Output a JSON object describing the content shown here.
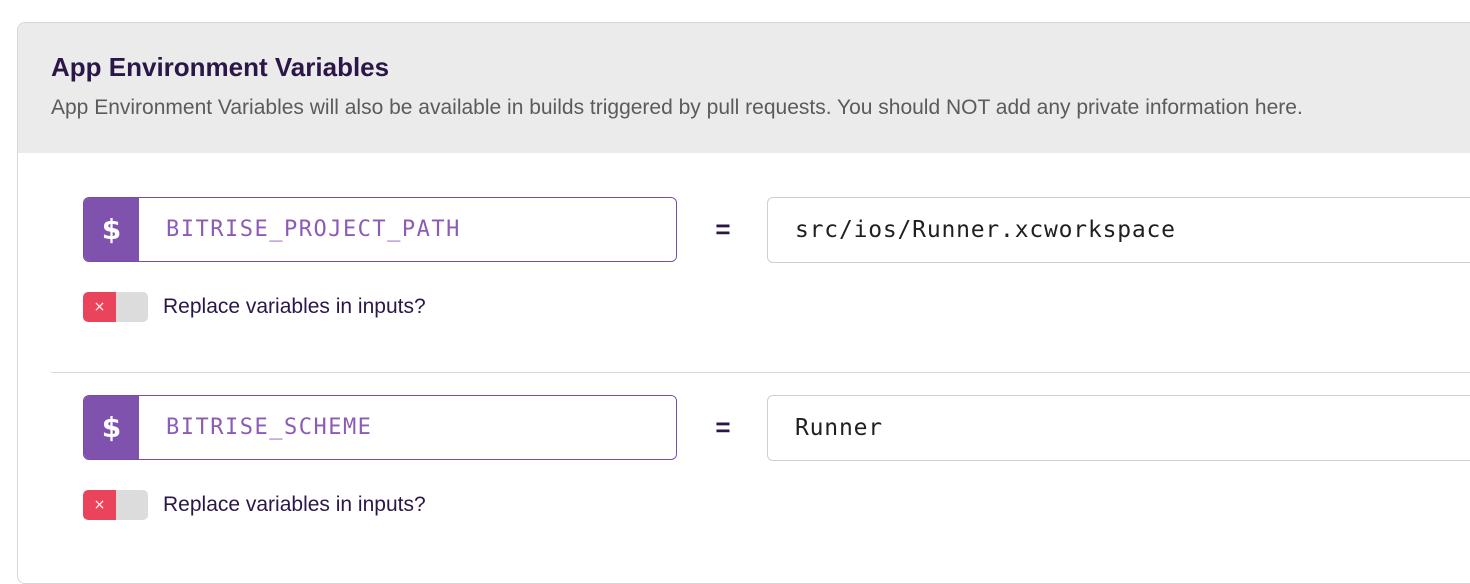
{
  "section": {
    "title": "App Environment Variables",
    "description": "App Environment Variables will also be available in builds triggered by pull requests. You should NOT add any private information here."
  },
  "icons": {
    "dollar": "dollar-sign-icon",
    "toggle_off": "x-icon"
  },
  "colors": {
    "accent_purple": "#7e52ad",
    "key_text": "#8c5bb8",
    "toggle_off_red": "#e9445b",
    "title": "#2b1747"
  },
  "env_vars": [
    {
      "dollar": "$",
      "key": "BITRISE_PROJECT_PATH",
      "equals": "=",
      "value": "src/ios/Runner.xcworkspace",
      "replace_label": "Replace variables in inputs?",
      "replace_enabled": false,
      "toggle_glyph": "×"
    },
    {
      "dollar": "$",
      "key": "BITRISE_SCHEME",
      "equals": "=",
      "value": "Runner",
      "replace_label": "Replace variables in inputs?",
      "replace_enabled": false,
      "toggle_glyph": "×"
    }
  ]
}
